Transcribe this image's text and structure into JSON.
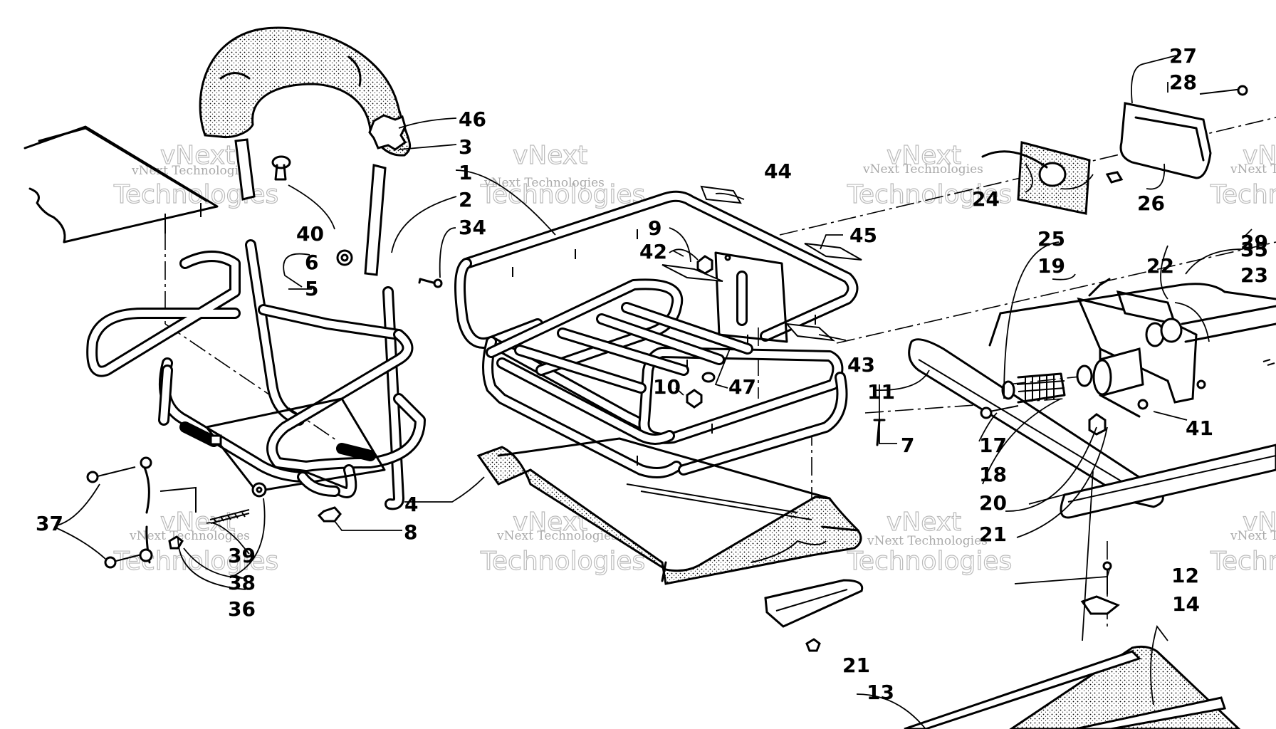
{
  "diagram": {
    "watermark_label": "vNext Technologies",
    "watermark_big": "vNext",
    "watermark_big2": "Technologies",
    "callouts": [
      {
        "id": "c1",
        "label": "1"
      },
      {
        "id": "c2",
        "label": "2"
      },
      {
        "id": "c3",
        "label": "3"
      },
      {
        "id": "c4",
        "label": "4"
      },
      {
        "id": "c5",
        "label": "5"
      },
      {
        "id": "c6",
        "label": "6"
      },
      {
        "id": "c7",
        "label": "7"
      },
      {
        "id": "c8",
        "label": "8"
      },
      {
        "id": "c9",
        "label": "9"
      },
      {
        "id": "c10",
        "label": "10"
      },
      {
        "id": "c11",
        "label": "11"
      },
      {
        "id": "c12",
        "label": "12"
      },
      {
        "id": "c13",
        "label": "13"
      },
      {
        "id": "c14",
        "label": "14"
      },
      {
        "id": "c17",
        "label": "17"
      },
      {
        "id": "c18",
        "label": "18"
      },
      {
        "id": "c19",
        "label": "19"
      },
      {
        "id": "c20",
        "label": "20"
      },
      {
        "id": "c21a",
        "label": "21"
      },
      {
        "id": "c21b",
        "label": "21"
      },
      {
        "id": "c22",
        "label": "22"
      },
      {
        "id": "c23",
        "label": "23"
      },
      {
        "id": "c24",
        "label": "24"
      },
      {
        "id": "c25",
        "label": "25"
      },
      {
        "id": "c26",
        "label": "26"
      },
      {
        "id": "c27",
        "label": "27"
      },
      {
        "id": "c28",
        "label": "28"
      },
      {
        "id": "c29",
        "label": "29"
      },
      {
        "id": "c34",
        "label": "34"
      },
      {
        "id": "c35",
        "label": "35"
      },
      {
        "id": "c36",
        "label": "36"
      },
      {
        "id": "c37",
        "label": "37"
      },
      {
        "id": "c38",
        "label": "38"
      },
      {
        "id": "c39",
        "label": "39"
      },
      {
        "id": "c40",
        "label": "40"
      },
      {
        "id": "c41",
        "label": "41"
      },
      {
        "id": "c42",
        "label": "42"
      },
      {
        "id": "c43",
        "label": "43"
      },
      {
        "id": "c44",
        "label": "44"
      },
      {
        "id": "c45",
        "label": "45"
      },
      {
        "id": "c46",
        "label": "46"
      },
      {
        "id": "c47",
        "label": "47"
      }
    ]
  }
}
